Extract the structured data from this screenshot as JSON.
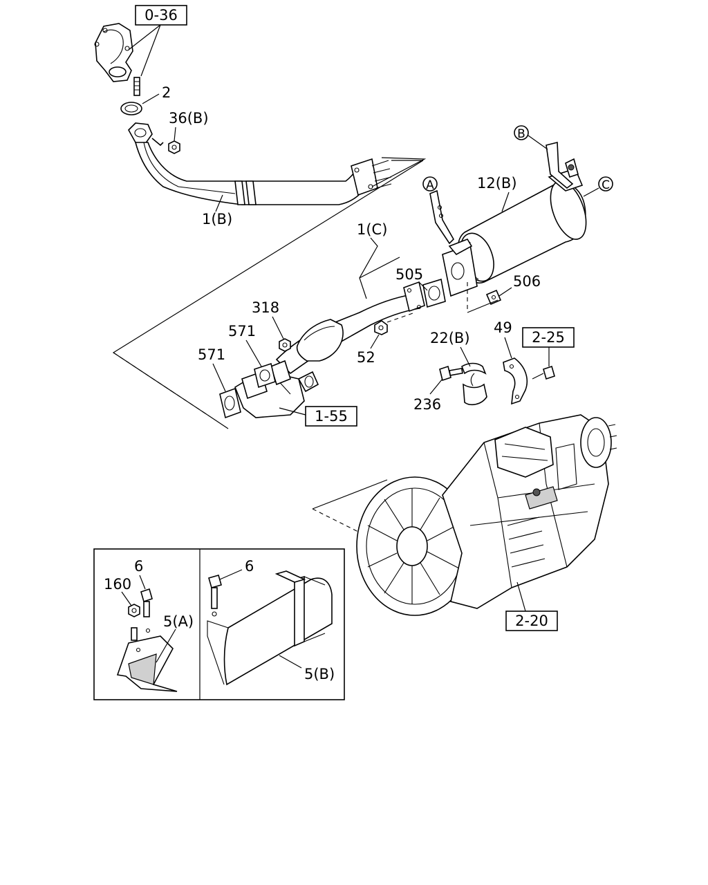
{
  "refs": {
    "r036": "0-36",
    "r155": "1-55",
    "r225": "2-25",
    "r220": "2-20"
  },
  "parts": {
    "p2": "2",
    "p36b": "36(B)",
    "p1b": "1(B)",
    "p1c": "1(C)",
    "p505": "505",
    "p12b": "12(B)",
    "p506": "506",
    "p318": "318",
    "p571a": "571",
    "p571b": "571",
    "p52": "52",
    "p22b": "22(B)",
    "p49": "49",
    "p236": "236",
    "p6a": "6",
    "p160": "160",
    "p5a": "5(A)",
    "p6b": "6",
    "p5b": "5(B)"
  },
  "callouts": {
    "a": "A",
    "b": "B",
    "c": "C"
  }
}
